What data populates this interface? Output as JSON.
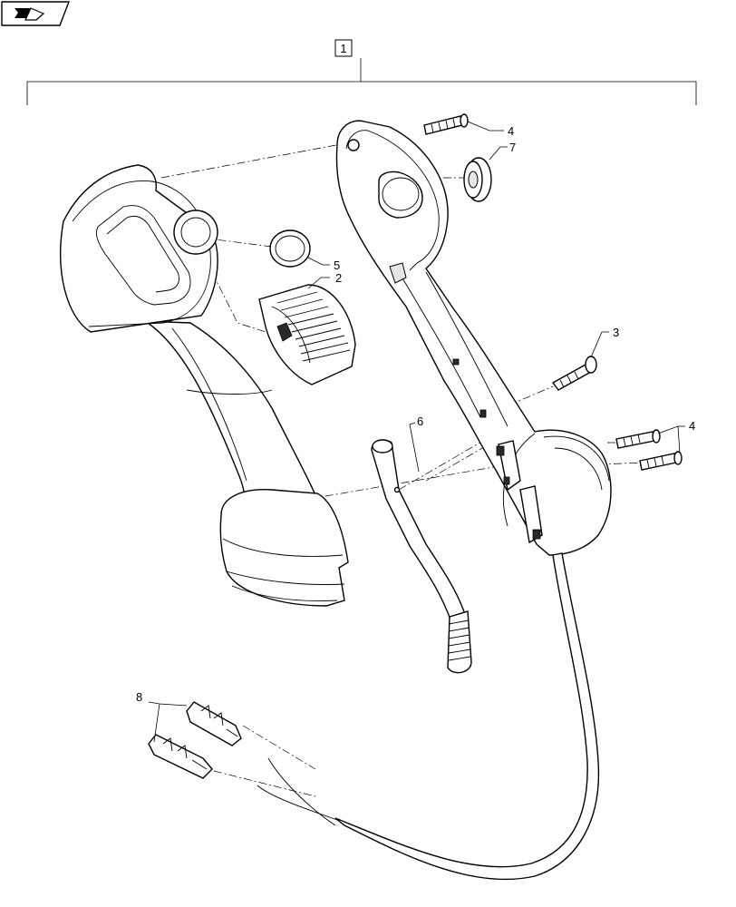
{
  "nav_icon": "arrow-hand-icon",
  "assembly_callout": "1",
  "callouts": [
    {
      "id": "c2",
      "label": "2"
    },
    {
      "id": "c3",
      "label": "3"
    },
    {
      "id": "c4a",
      "label": "4"
    },
    {
      "id": "c4b",
      "label": "4"
    },
    {
      "id": "c5",
      "label": "5"
    },
    {
      "id": "c6",
      "label": "6"
    },
    {
      "id": "c7",
      "label": "7"
    },
    {
      "id": "c8",
      "label": "8"
    }
  ]
}
